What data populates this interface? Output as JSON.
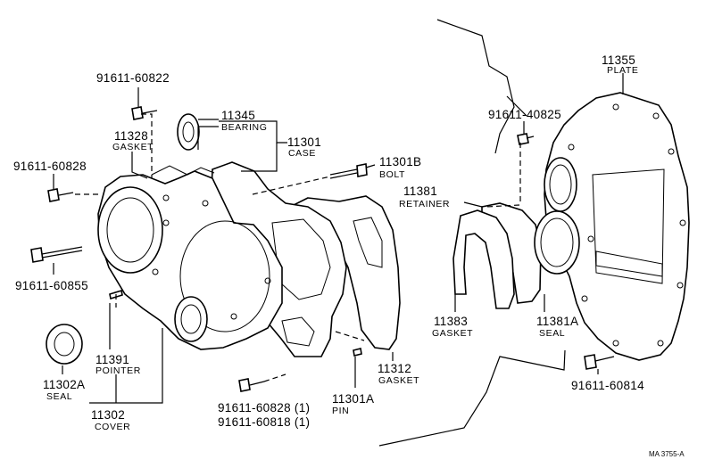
{
  "callouts": {
    "p11355": {
      "number": "11355",
      "name": "PLATE"
    },
    "p91611_40825": {
      "number": "91611-40825"
    },
    "p11381": {
      "number": "11381",
      "name": "RETAINER"
    },
    "p11383": {
      "number": "11383",
      "name": "GASKET"
    },
    "p11381A": {
      "number": "11381A",
      "name": "SEAL"
    },
    "p91611_60814": {
      "number": "91611-60814"
    },
    "p91611_60822": {
      "number": "91611-60822"
    },
    "p11345": {
      "number": "11345",
      "name": "BEARING"
    },
    "p11328": {
      "number": "11328",
      "name": "GASKET"
    },
    "p11301": {
      "number": "11301",
      "name": "CASE"
    },
    "p91611_60828": {
      "number": "91611-60828"
    },
    "p11301B": {
      "number": "11301B",
      "name": "BOLT"
    },
    "p91611_60855": {
      "number": "91611-60855"
    },
    "p11391": {
      "number": "11391",
      "name": "POINTER"
    },
    "p11302A": {
      "number": "11302A",
      "name": "SEAL"
    },
    "p11302": {
      "number": "11302",
      "name": "COVER"
    },
    "p11312": {
      "number": "11312",
      "name": "GASKET"
    },
    "p11301A": {
      "number": "11301A",
      "name": "PIN"
    },
    "p91611_60828_1": {
      "number": "91611-60828 (1)"
    },
    "p91611_60818_1": {
      "number": "91611-60818 (1)"
    }
  },
  "reference": "MA  3755-A"
}
